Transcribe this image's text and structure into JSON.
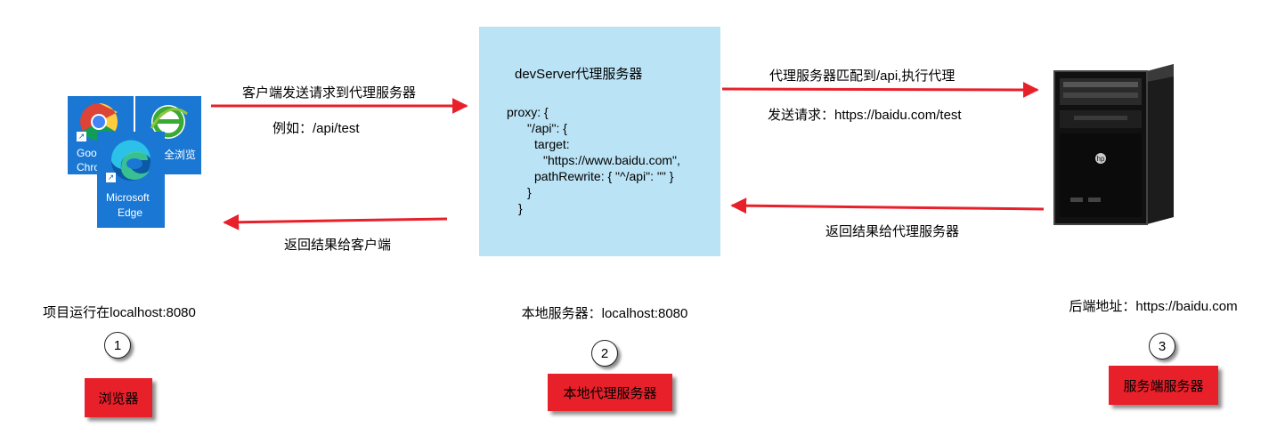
{
  "browser_icons": {
    "chrome_label_1": "Goo",
    "chrome_label_2": "Chro",
    "ie_label": "全浏览",
    "edge_label_1": "Microsoft",
    "edge_label_2": "Edge"
  },
  "proxy_panel": {
    "title": "devServer代理服务器",
    "code": [
      "proxy: {",
      "\"/api\": {",
      "target:",
      "\"https://www.baidu.com\",",
      "pathRewrite: { \"^/api\": \"\" }",
      "}",
      "}"
    ]
  },
  "arrows": {
    "client_to_proxy": "客户端发送请求到代理服务器",
    "client_example": "例如：/api/test",
    "proxy_to_client": "返回结果给客户端",
    "proxy_to_server": "代理服务器匹配到/api,执行代理",
    "proxy_send": "发送请求：https://baidu.com/test",
    "server_to_proxy": "返回结果给代理服务器"
  },
  "nodes": [
    {
      "desc": "项目运行在localhost:8080",
      "number": "1",
      "label": "浏览器"
    },
    {
      "desc": "本地服务器：localhost:8080",
      "number": "2",
      "label": "本地代理服务器"
    },
    {
      "desc": "后端地址：https://baidu.com",
      "number": "3",
      "label": "服务端服务器"
    }
  ],
  "colors": {
    "arrow": "#e8202a",
    "label_box": "#e8202a",
    "proxy_panel": "#bae3f5",
    "tile_blue": "#1a78d4"
  }
}
